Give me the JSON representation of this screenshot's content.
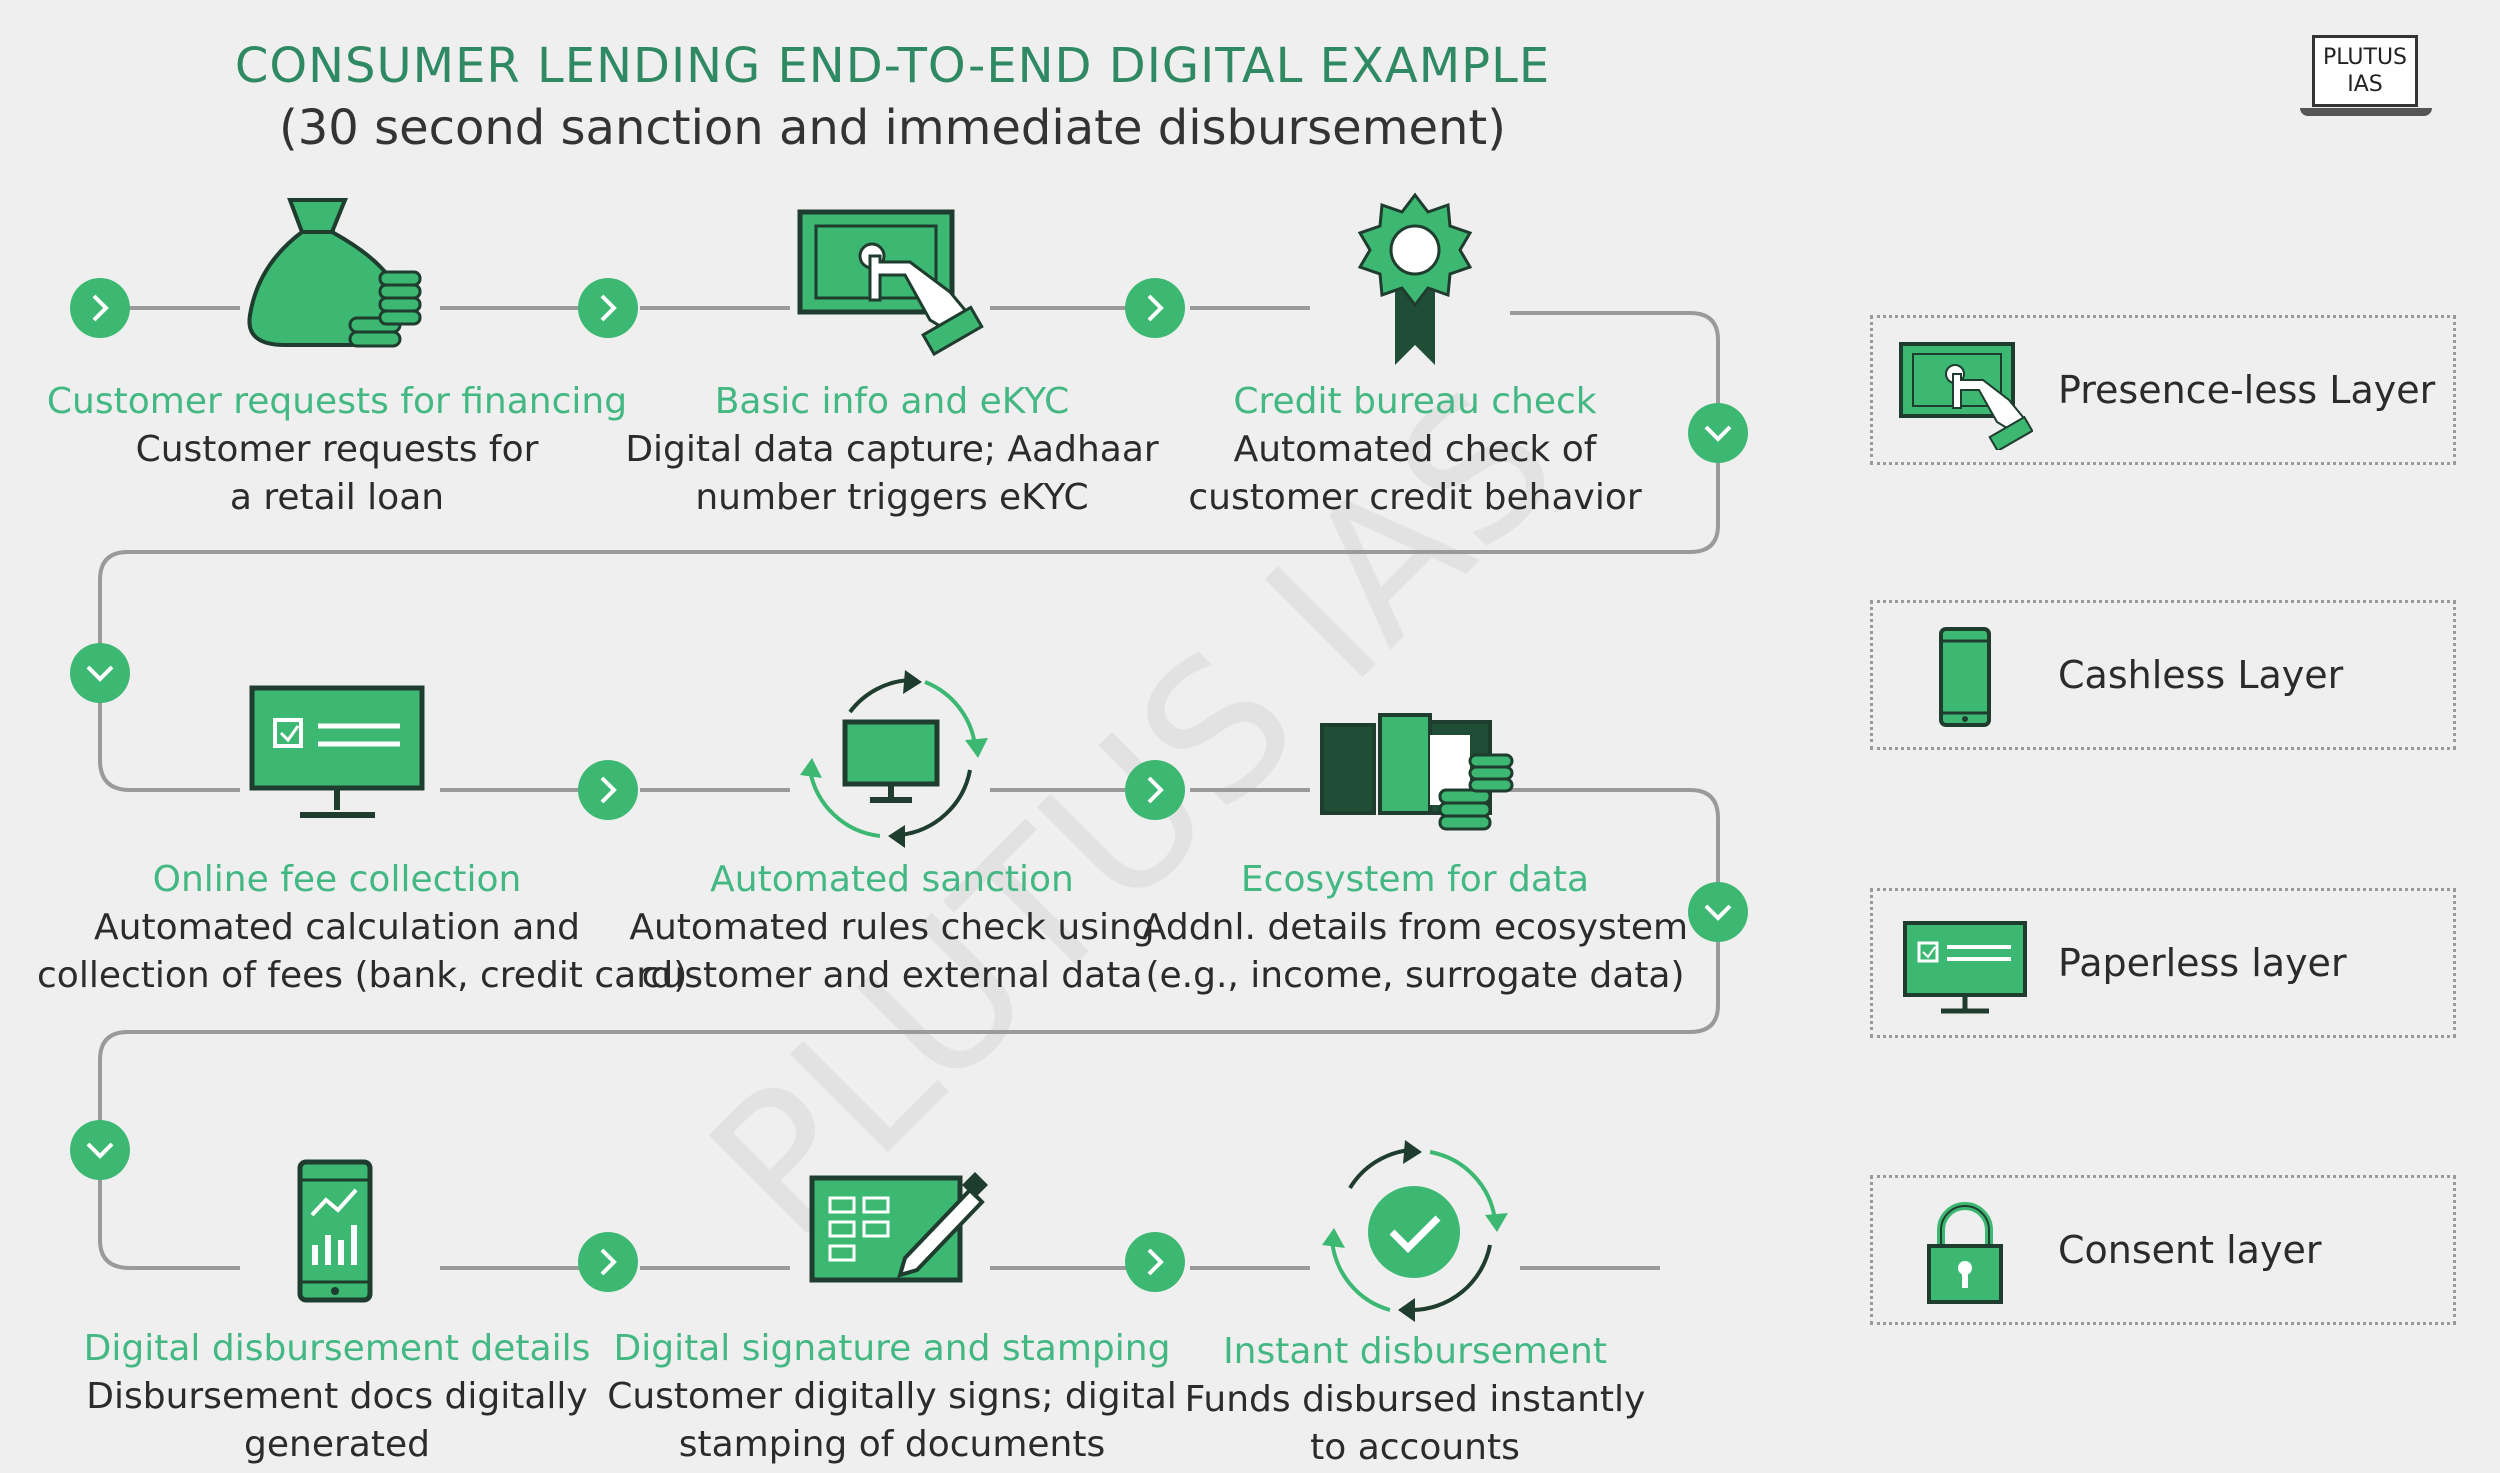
{
  "title": "CONSUMER LENDING END-TO-END DIGITAL EXAMPLE",
  "subtitle": "(30 second sanction and immediate disbursement)",
  "logo": {
    "line1": "PLUTUS",
    "line2": "IAS"
  },
  "watermark": "PLUTUS IAS",
  "colors": {
    "accent": "#3db872",
    "heading": "#2f8a63",
    "text": "#2b2b2b",
    "line": "#9a9a9a"
  },
  "steps": [
    {
      "icon": "money-bag-icon",
      "head": "Customer requests for financing",
      "desc": [
        "Customer requests for",
        "a retail loan"
      ]
    },
    {
      "icon": "touch-screen-icon",
      "head": "Basic info and eKYC",
      "desc": [
        "Digital data capture; Aadhaar",
        "number triggers eKYC"
      ]
    },
    {
      "icon": "award-badge-icon",
      "head": "Credit bureau check",
      "desc": [
        "Automated check of",
        "customer credit behavior"
      ]
    },
    {
      "icon": "monitor-form-icon",
      "head": "Online fee collection",
      "desc": [
        "Automated calculation and",
        "collection of fees (bank, credit card)"
      ]
    },
    {
      "icon": "cycle-monitor-icon",
      "head": "Automated sanction",
      "desc": [
        "Automated rules check using",
        "customer and external data"
      ]
    },
    {
      "icon": "cash-coins-icon",
      "head": "Ecosystem for data",
      "desc": [
        "Addnl. details from ecosystem",
        "(e.g., income, surrogate data)"
      ]
    },
    {
      "icon": "phone-chart-icon",
      "head": "Digital disbursement details",
      "desc": [
        "Disbursement docs digitally",
        "generated"
      ]
    },
    {
      "icon": "pen-tablet-icon",
      "head": "Digital signature and stamping",
      "desc": [
        "Customer digitally signs; digital",
        "stamping of documents"
      ]
    },
    {
      "icon": "check-cycle-icon",
      "head": "Instant disbursement",
      "desc": [
        "Funds disbursed instantly",
        "to accounts"
      ]
    }
  ],
  "legend": [
    {
      "icon": "touch-screen-icon",
      "label": "Presence-less Layer"
    },
    {
      "icon": "mobile-phone-icon",
      "label": "Cashless Layer"
    },
    {
      "icon": "monitor-form-icon",
      "label": "Paperless layer"
    },
    {
      "icon": "padlock-icon",
      "label": "Consent layer"
    }
  ]
}
